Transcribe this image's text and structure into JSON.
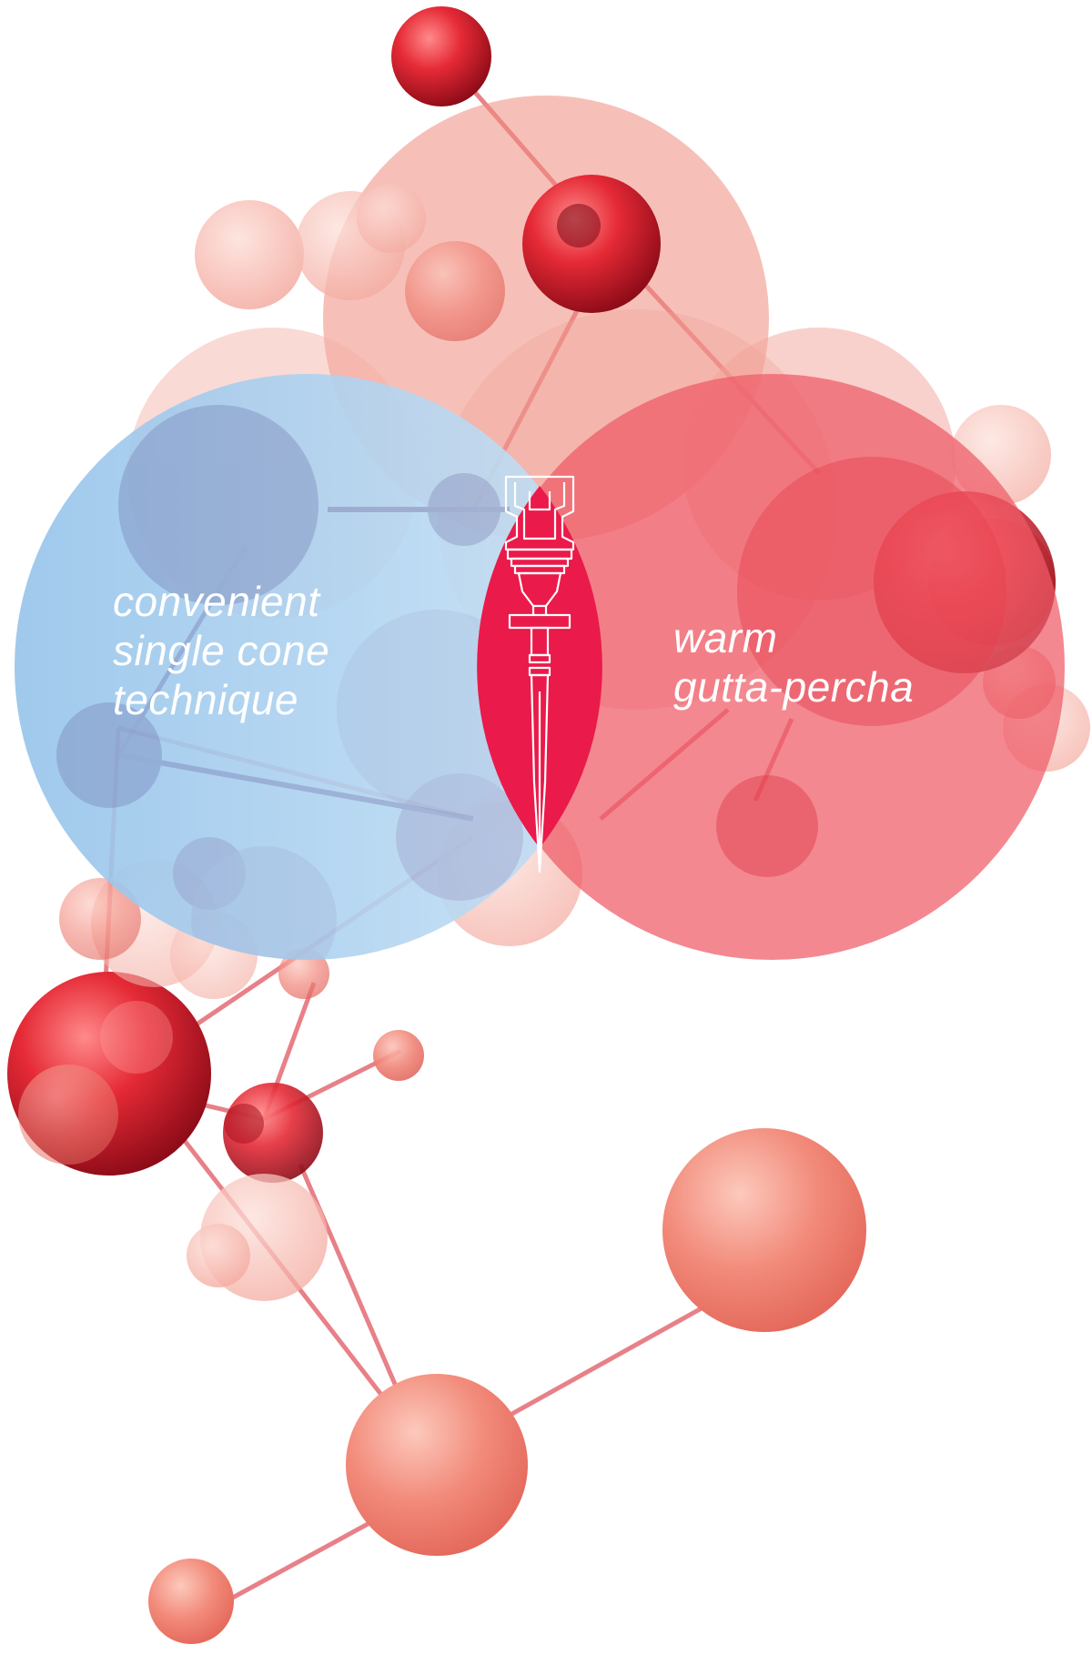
{
  "venn": {
    "left_label": [
      "convenient",
      "single cone",
      "technique"
    ],
    "right_label": [
      "warm",
      "gutta-percha"
    ],
    "left_color": "#a8d0ee",
    "right_color": "#ee5a66",
    "overlap_color": "#ea1a4a",
    "overlap_icon": "needle-tip-icon"
  },
  "theme": {
    "molecule_color": "#e8404a",
    "background": "#ffffff"
  }
}
